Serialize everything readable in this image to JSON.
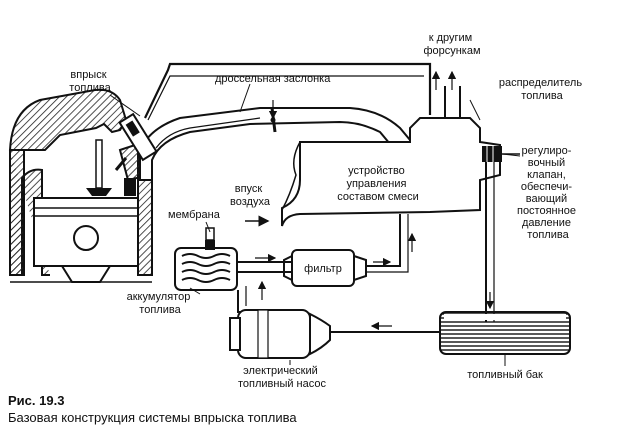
{
  "labels": {
    "injection": [
      "впрыск",
      "топлива"
    ],
    "throttle": "дроссельная заслонка",
    "to_injectors": [
      "к другим",
      "форсункам"
    ],
    "distributor": [
      "распределитель",
      "топлива"
    ],
    "regulator": [
      "регулиро-",
      "вочный",
      "клапан,",
      "обеспечи-",
      "вающий",
      "постоянное",
      "давление",
      "топлива"
    ],
    "mixture_control": [
      "устройство",
      "управления",
      "составом смеси"
    ],
    "air_inlet": [
      "впуск",
      "воздуха"
    ],
    "membrane": "мембрана",
    "filter": "фильтр",
    "accumulator": [
      "аккумулятор",
      "топлива"
    ],
    "pump": [
      "электрический",
      "топливный насос"
    ],
    "tank": "топливный бак"
  },
  "caption": {
    "title": "Рис. 19.3",
    "text": "Базовая конструкция системы впрыска топлива"
  }
}
